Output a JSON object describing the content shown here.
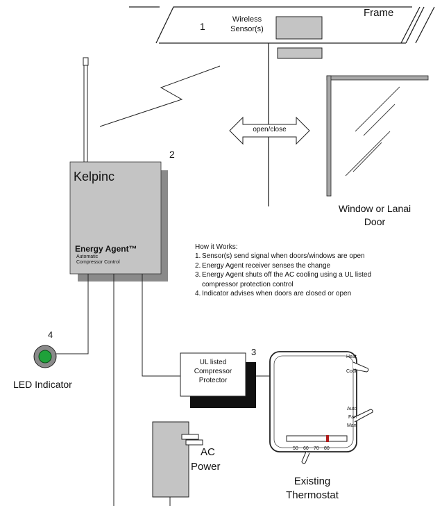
{
  "labels": {
    "frame": "Frame",
    "sensor_number": "1",
    "sensor_line1": "Wireless",
    "sensor_line2": "Sensor(s)",
    "open_close": "open/close",
    "window_line1": "Window or Lanai",
    "window_line2": "Door",
    "agent_number": "2",
    "kelpinc": "Kelpinc",
    "energy_agent": "Energy Agent™",
    "agent_sub1": "Automatic",
    "agent_sub2": "Compressor Control",
    "led_number": "4",
    "led_indicator": "LED Indicator",
    "protector_number": "3",
    "protector_line1": "UL listed",
    "protector_line2": "Compressor",
    "protector_line3": "Protector",
    "ac_line1": "AC",
    "ac_line2": "Power",
    "thermostat_line1": "Existing",
    "thermostat_line2": "Thermostat",
    "heat": "Heat",
    "cool": "Cool",
    "auto": "Auto",
    "fan": "Fan",
    "man": "Man",
    "scale_50": "50",
    "scale_60": "60",
    "scale_70": "70",
    "scale_80": "80"
  },
  "how_it_works": {
    "title": "How it Works:",
    "steps": [
      {
        "num": "1.",
        "text": "Sensor(s) send signal when doors/windows are open"
      },
      {
        "num": "2.",
        "text": "Energy Agent receiver senses the change"
      },
      {
        "num": "3.",
        "text": "Energy Agent shuts off the AC cooling using a UL listed"
      },
      {
        "num": "",
        "text": "compressor protection control"
      },
      {
        "num": "4.",
        "text": "Indicator advises when doors are closed or open"
      }
    ]
  },
  "colors": {
    "device_gray": "#c4c4c4",
    "shadow_gray": "#8a8a8a",
    "led_green": "#1fa13a",
    "protector_shadow": "#111111",
    "slider_marker": "#b01c1c"
  }
}
